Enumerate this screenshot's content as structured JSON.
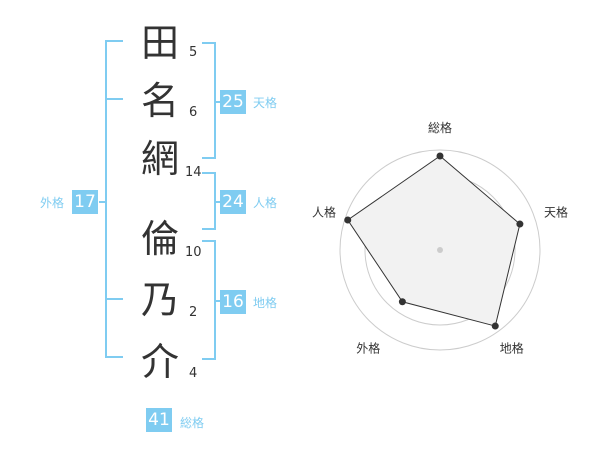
{
  "name": {
    "chars": [
      "田",
      "名",
      "網",
      "倫",
      "乃",
      "介"
    ],
    "strokes": [
      "5",
      "6",
      "14",
      "10",
      "2",
      "4"
    ]
  },
  "kakusu": {
    "tenkaku": {
      "value": "25",
      "label": "天格"
    },
    "jinkaku": {
      "value": "24",
      "label": "人格"
    },
    "chikaku": {
      "value": "16",
      "label": "地格"
    },
    "gaikaku": {
      "value": "17",
      "label": "外格"
    },
    "soukaku": {
      "value": "41",
      "label": "総格"
    }
  },
  "colors": {
    "accent": "#7fccf1",
    "text": "#333333",
    "grid": "#cccccc",
    "fill": "#f2f2f2"
  },
  "chart_data": {
    "type": "radar",
    "axes": [
      "総格",
      "天格",
      "地格",
      "外格",
      "人格"
    ],
    "values": [
      0.94,
      0.84,
      0.94,
      0.64,
      0.97
    ],
    "rings": 4
  }
}
